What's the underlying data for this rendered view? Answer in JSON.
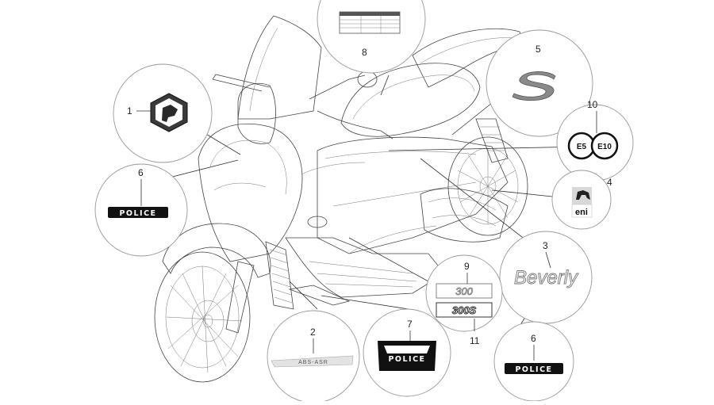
{
  "callouts": [
    {
      "id": "1",
      "label": "1"
    },
    {
      "id": "2",
      "label": "2"
    },
    {
      "id": "3",
      "label": "3"
    },
    {
      "id": "4",
      "label": "4"
    },
    {
      "id": "5",
      "label": "5"
    },
    {
      "id": "6a",
      "label": "6"
    },
    {
      "id": "6b",
      "label": "6"
    },
    {
      "id": "7",
      "label": "7"
    },
    {
      "id": "8",
      "label": "8"
    },
    {
      "id": "9",
      "label": "9"
    },
    {
      "id": "10",
      "label": "10"
    },
    {
      "id": "11",
      "label": "11"
    }
  ],
  "decals": {
    "police": "POLICE",
    "beverly": "Beverly",
    "abs_asr": "ABS-ASR",
    "model_300": "300",
    "model_300s": "300S",
    "s_logo": "S",
    "fuel_e5": "E5",
    "fuel_e10": "E10",
    "eni": "eni"
  },
  "colors": {
    "line": "#444444",
    "badge_bg": "#111111",
    "badge_text": "#ffffff"
  }
}
